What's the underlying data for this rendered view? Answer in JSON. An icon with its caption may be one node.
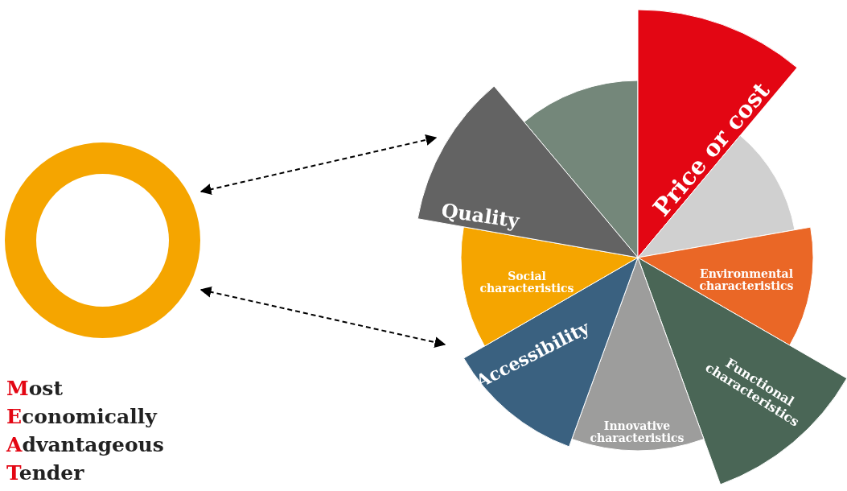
{
  "diagram": {
    "nodes": [
      {
        "text": [],
        "shape": "circle"
      },
      {
        "text": [],
        "shape": "sector"
      },
      {
        "text": [
          "Price or cost"
        ]
      },
      {
        "text": [],
        "shape": "sector"
      },
      {
        "text": [
          "Environmental characteristics"
        ]
      },
      {
        "text": [
          "Functional characteristics"
        ]
      },
      {
        "text": [
          "Innovative characteristics"
        ]
      },
      {
        "text": [
          "Accessibility"
        ]
      },
      {
        "text": [
          "Social characteristics"
        ]
      },
      {
        "text": [
          "Quality"
        ]
      }
    ],
    "edges": [
      {
        "from": 0,
        "to": 9,
        "arrow": "both",
        "style": "dashed"
      },
      {
        "from": 0,
        "to": 7,
        "arrow": "both",
        "style": "dashed"
      }
    ],
    "labels": [
      "Most",
      "Economically",
      "Advantageous",
      "Tender"
    ]
  }
}
